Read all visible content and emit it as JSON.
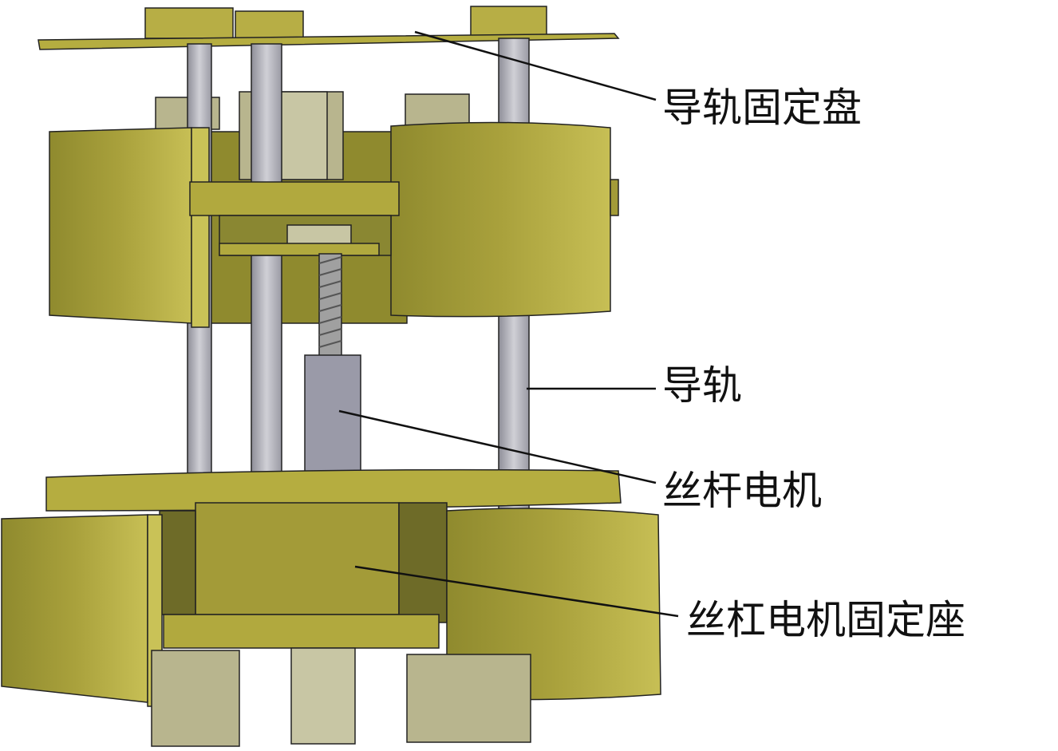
{
  "labels": {
    "guide_rail_plate": "导轨固定盘",
    "guide_rail": "导轨",
    "lead_screw_motor": "丝杆电机",
    "lead_screw_motor_mount": "丝杠电机固定座"
  },
  "colors": {
    "olive": "#a39b38",
    "olive_light": "#c9c257",
    "olive_dark": "#7f7a2a",
    "rod": "#b4b4bc",
    "motor": "#9a9aa8",
    "block": "#b8b58e"
  }
}
